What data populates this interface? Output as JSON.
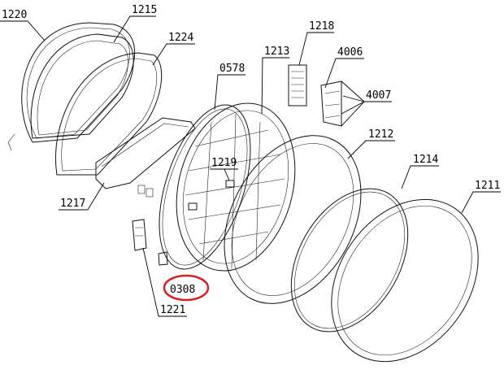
{
  "diagram": {
    "parts": [
      {
        "id": "1220"
      },
      {
        "id": "1215"
      },
      {
        "id": "1224"
      },
      {
        "id": "0578"
      },
      {
        "id": "1213"
      },
      {
        "id": "1218"
      },
      {
        "id": "4006"
      },
      {
        "id": "4007"
      },
      {
        "id": "1212"
      },
      {
        "id": "1214"
      },
      {
        "id": "1211"
      },
      {
        "id": "1217"
      },
      {
        "id": "1219"
      },
      {
        "id": "0308"
      },
      {
        "id": "1221"
      }
    ],
    "highlighted_part": "0308",
    "highlight_color": "#d42020"
  }
}
